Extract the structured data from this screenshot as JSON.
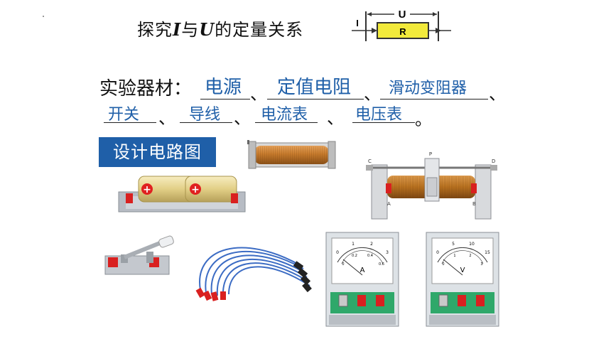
{
  "title": {
    "prefix": "探究",
    "var_i": "I",
    "mid": "与",
    "var_u": "U",
    "suffix": "的定量关系"
  },
  "circuit_diagram": {
    "label_u": "U",
    "label_i": "I",
    "label_r": "R"
  },
  "equipment": {
    "heading": "实验器材：",
    "items": [
      "电源",
      "定值电阻",
      "滑动变阻器",
      "开关",
      "导线",
      "电流表",
      "电压表"
    ],
    "separator": "、",
    "end": "。"
  },
  "design_button": {
    "label": "设计电路图"
  },
  "rheostat": {
    "label_p": "P",
    "label_c": "C",
    "label_d": "D",
    "label_a": "A",
    "label_b": "B"
  },
  "ammeter": {
    "symbol": "A",
    "scale_top": [
      "0",
      "1",
      "2",
      "3"
    ],
    "scale_bottom": [
      "0",
      "0.2",
      "0.4",
      "0.6"
    ]
  },
  "voltmeter": {
    "symbol": "V",
    "scale_top": [
      "0",
      "5",
      "10",
      "15"
    ],
    "scale_bottom": [
      "0",
      "1",
      "2",
      "3"
    ]
  },
  "colors": {
    "accent": "#1f5fa8",
    "resistor_fill": "#f2ea3b",
    "answer_text": "#1f5fa8"
  }
}
